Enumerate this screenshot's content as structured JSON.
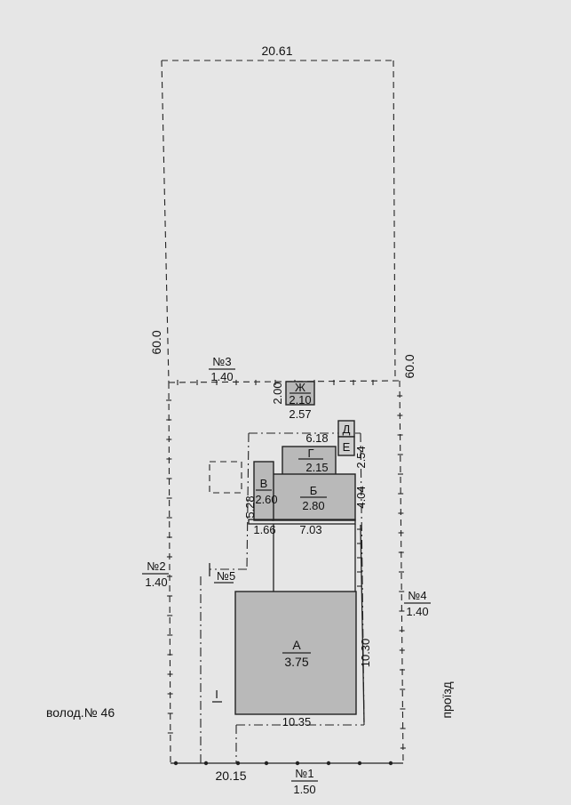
{
  "dimensions": {
    "top_width": "20.61",
    "left_length": "60.0",
    "right_length": "60.0",
    "bottom_width": "20.15",
    "zh_height": "2.00",
    "zh_width": "2.57",
    "g_width": "6.18",
    "g_height": "2.54",
    "b_height": "4.04",
    "b_width": "7.03",
    "v_height": "5.28",
    "v_width": "1.66",
    "a_height": "10.30",
    "a_width": "10.35"
  },
  "boundary_points": [
    {
      "number": "№3",
      "value": "1.40"
    },
    {
      "number": "№2",
      "value": "1.40"
    },
    {
      "number": "№4",
      "value": "1.40"
    },
    {
      "number": "№1",
      "value": "1.50"
    }
  ],
  "point5": "№5",
  "buildings": [
    {
      "letter": "Ж",
      "value": "2.10"
    },
    {
      "letter": "Г",
      "value": "2.15"
    },
    {
      "letter": "Б",
      "value": "2.80"
    },
    {
      "letter": "В",
      "value": "2.60"
    },
    {
      "letter": "А",
      "value": "3.75"
    },
    {
      "letter": "Д",
      "value": ""
    },
    {
      "letter": "Е",
      "value": ""
    }
  ],
  "plot_label": "I",
  "neighbor_label": "волод.№ 46",
  "road_label": "проїзд"
}
